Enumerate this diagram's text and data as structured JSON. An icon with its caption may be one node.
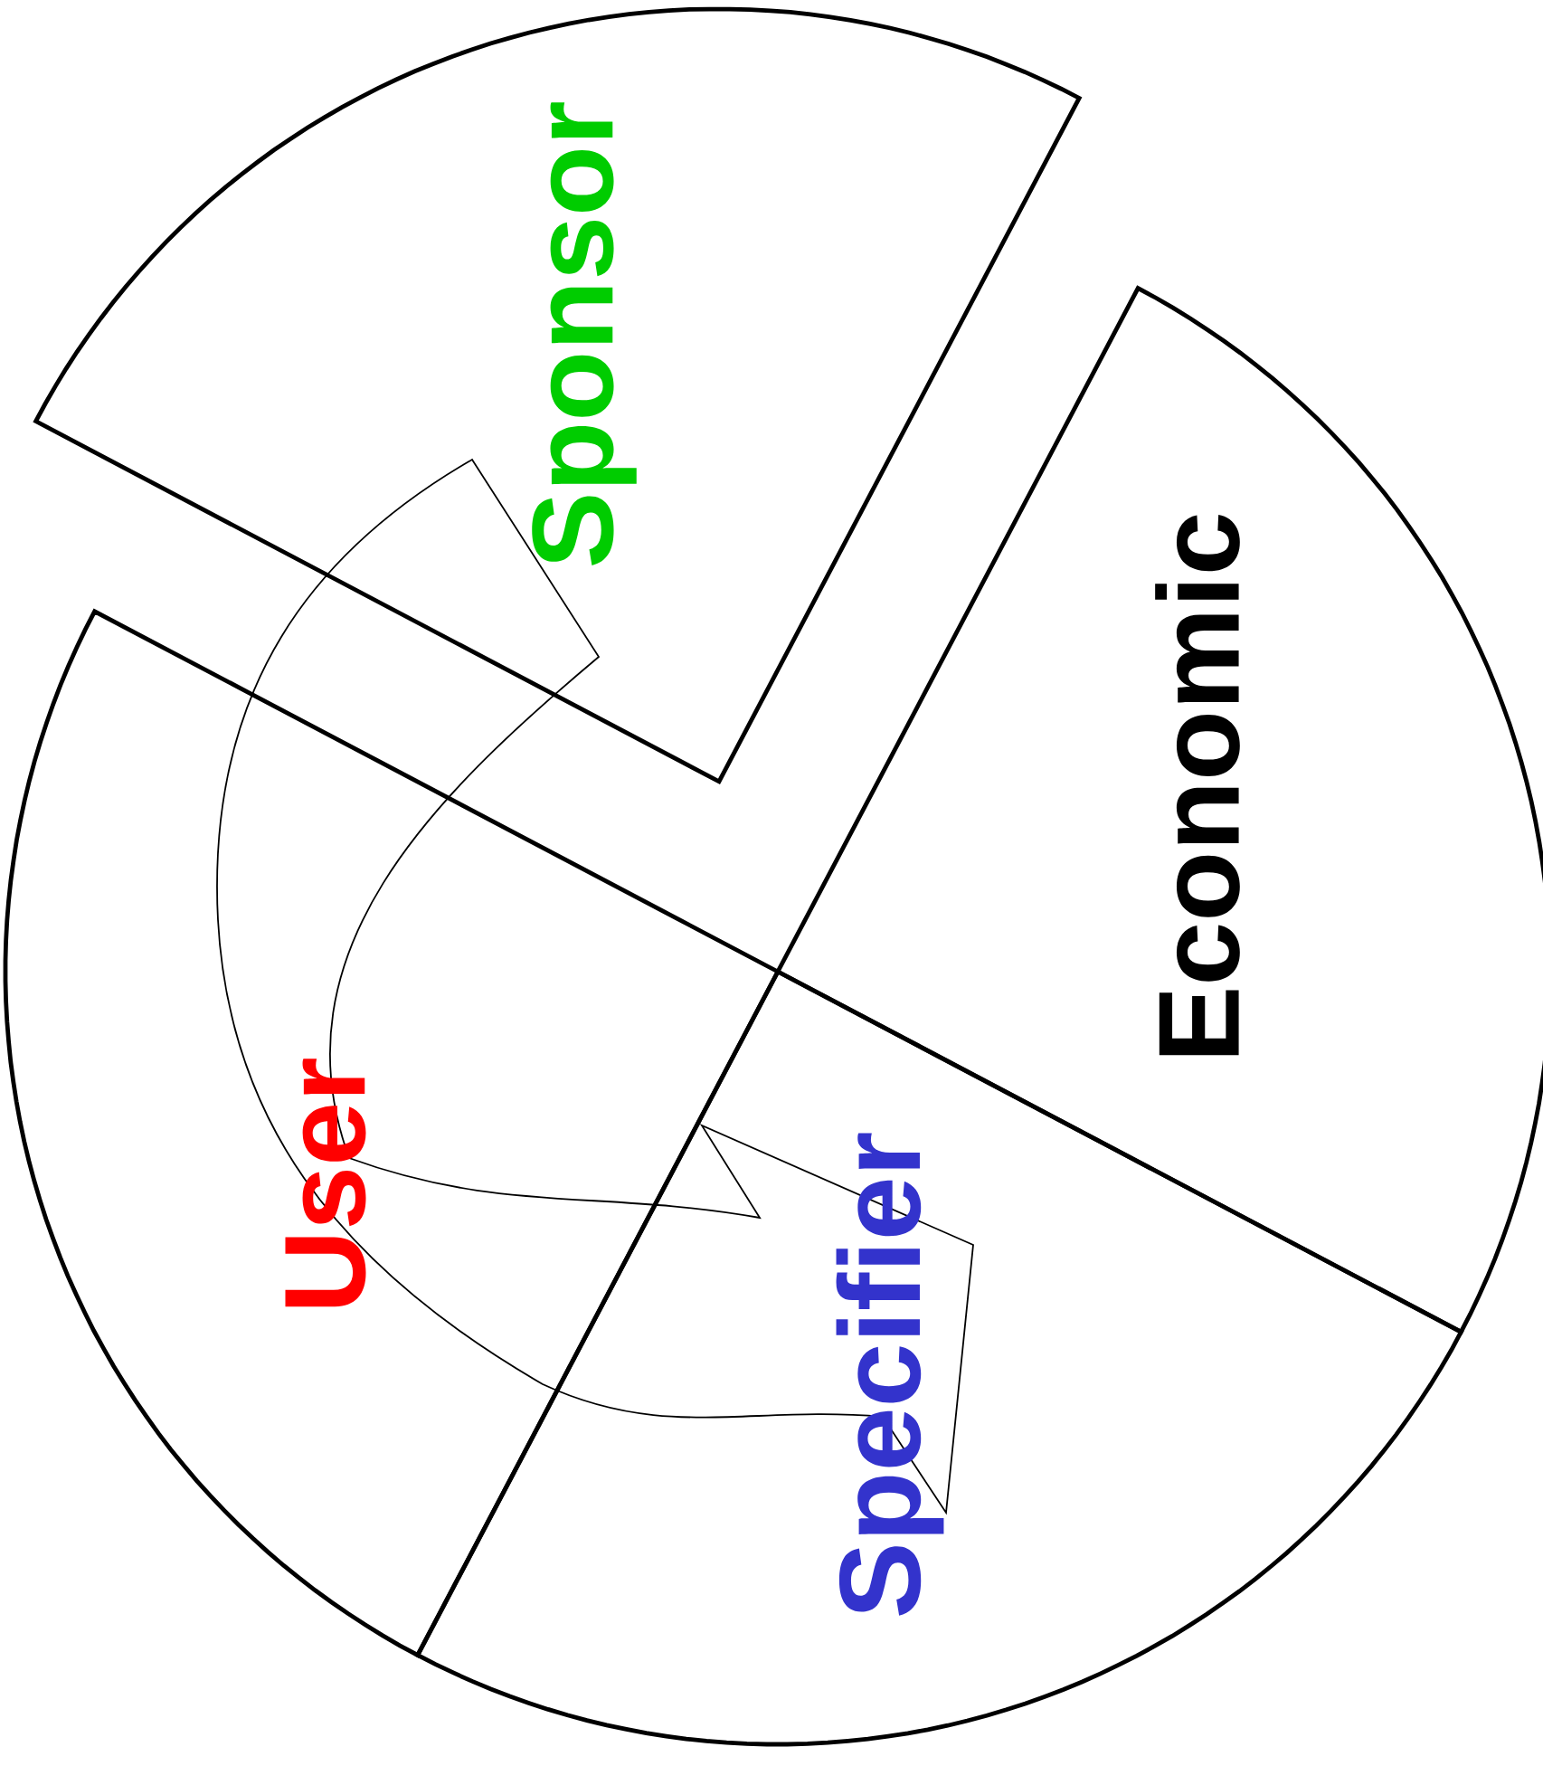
{
  "diagram": {
    "nodes": [
      {
        "text": [
          "Sponsor"
        ]
      },
      {
        "text": [
          "Economic"
        ]
      },
      {
        "text": [
          "User"
        ]
      },
      {
        "text": [
          "Specifier"
        ]
      }
    ],
    "edges": [
      {
        "from": 0,
        "to": 3,
        "arrow": "to"
      }
    ]
  }
}
